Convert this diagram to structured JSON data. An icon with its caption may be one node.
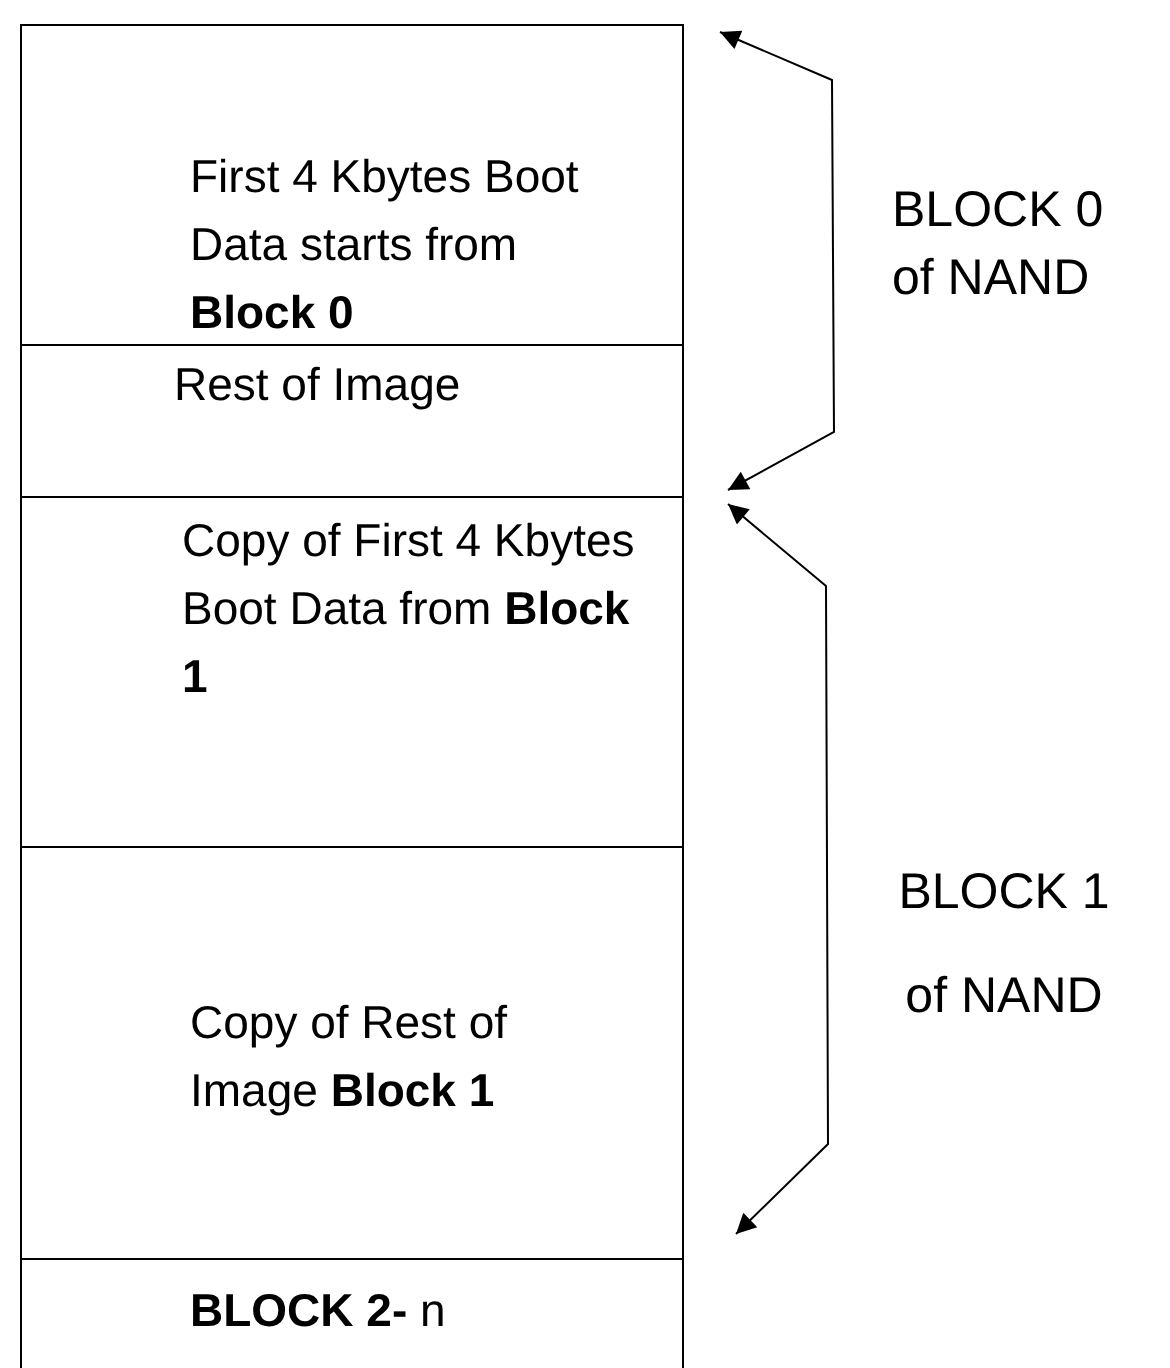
{
  "diagram": {
    "nodes": [
      {
        "text": [
          "First 4 Kbytes Boot Data starts from **Block 0**"
        ]
      },
      {
        "text": [
          "Rest of Image"
        ]
      },
      {
        "text": [
          "Copy of First 4 Kbytes Boot Data from **Block 1**"
        ]
      },
      {
        "text": [
          "Copy of Rest of Image **Block 1**"
        ]
      },
      {
        "text": [
          "**BLOCK 2-** n"
        ]
      }
    ],
    "labels": [
      "BLOCK 0 of NAND",
      "BLOCK 1 of NAND"
    ]
  }
}
